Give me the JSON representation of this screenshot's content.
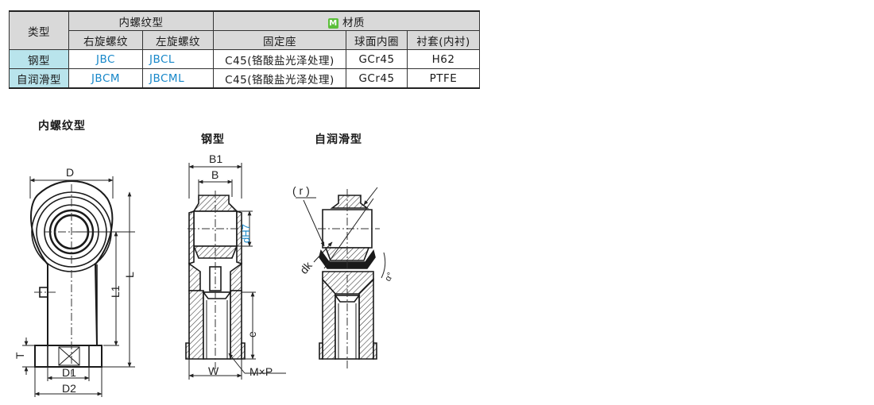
{
  "table": {
    "header": {
      "type": "类型",
      "thread_group": "内螺纹型",
      "right_hand": "右旋螺纹",
      "left_hand": "左旋螺纹",
      "material_badge": "M",
      "material_group": "材质",
      "housing": "固定座",
      "inner_ring": "球面内圈",
      "bushing": "衬套(内衬)"
    },
    "rows": [
      {
        "type": "钢型",
        "right": "JBC",
        "left": "JBCL",
        "housing": "C45(铬酸盐光泽处理)",
        "inner": "GCr45",
        "bushing": "H62"
      },
      {
        "type": "自润滑型",
        "right": "JBCM",
        "left": "JBCML",
        "housing": "C45(铬酸盐光泽处理)",
        "inner": "GCr45",
        "bushing": "PTFE"
      }
    ]
  },
  "captions": {
    "internal_thread": "内螺纹型",
    "steel": "钢型",
    "self_lubricating": "自润滑型"
  },
  "dims": {
    "D": "D",
    "L": "L",
    "L1": "L1",
    "T": "T",
    "D1": "D1",
    "D2": "D2",
    "B1": "B1",
    "B": "B",
    "dH7": "dH7",
    "e": "e",
    "W": "W",
    "MxP": "M×P",
    "r": "( r )",
    "dk": "dk",
    "alpha": "α°"
  },
  "colors": {
    "row_label_bg": "#b9e4ec",
    "header_bg": "#d9d9d9",
    "code_text": "#1787c9",
    "badge": "#5bbf3a"
  }
}
